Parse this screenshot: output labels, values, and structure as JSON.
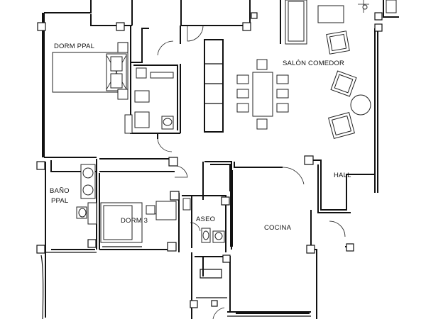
{
  "rooms": {
    "dorm_ppal": "DORM PPAL",
    "salon_comedor": "SALÓN COMEDOR",
    "bano_ppal_line1": "BAÑO",
    "bano_ppal_line2": "PPAL",
    "hall": "HALL",
    "dorm_3": "DORM 3",
    "aseo": "ASEO",
    "cocina": "COCINA"
  },
  "colors": {
    "line": "#111111",
    "background": "#ffffff"
  }
}
